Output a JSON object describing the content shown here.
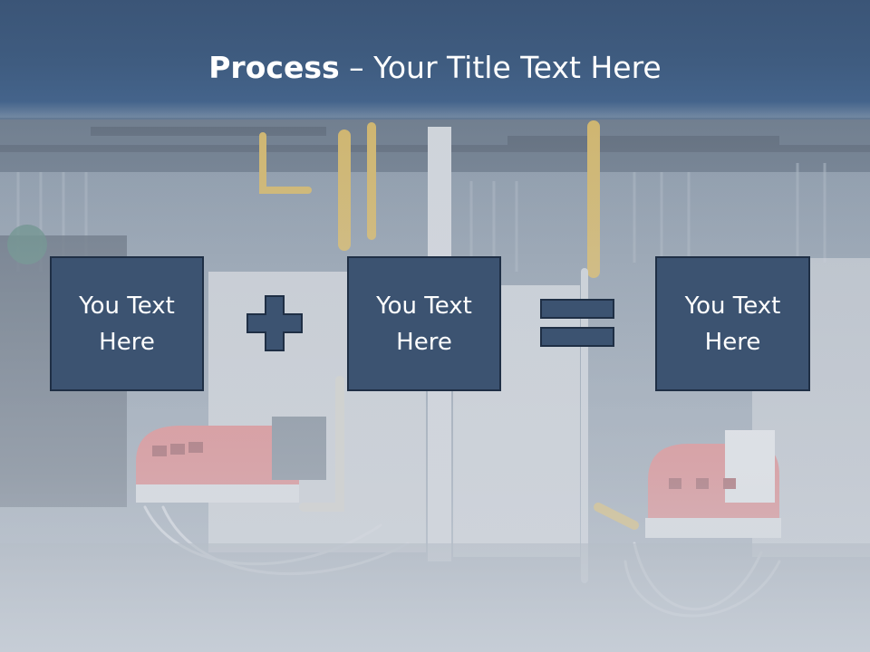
{
  "slide": {
    "title_bold": "Process",
    "title_rest": " – Your Title Text Here",
    "background_image": "boiler-room-burners-photo",
    "colors": {
      "title_bar": "#3f5c80",
      "box_fill": "#3c5371",
      "box_border": "#1f2f45",
      "operator_fill": "#3c5371",
      "text": "#ffffff"
    }
  },
  "boxes": [
    {
      "line1": "You Text",
      "line2": "Here"
    },
    {
      "line1": "You Text",
      "line2": "Here"
    },
    {
      "line1": "You Text",
      "line2": "Here"
    }
  ],
  "operators": {
    "first": "plus-icon",
    "second": "equals-icon"
  }
}
